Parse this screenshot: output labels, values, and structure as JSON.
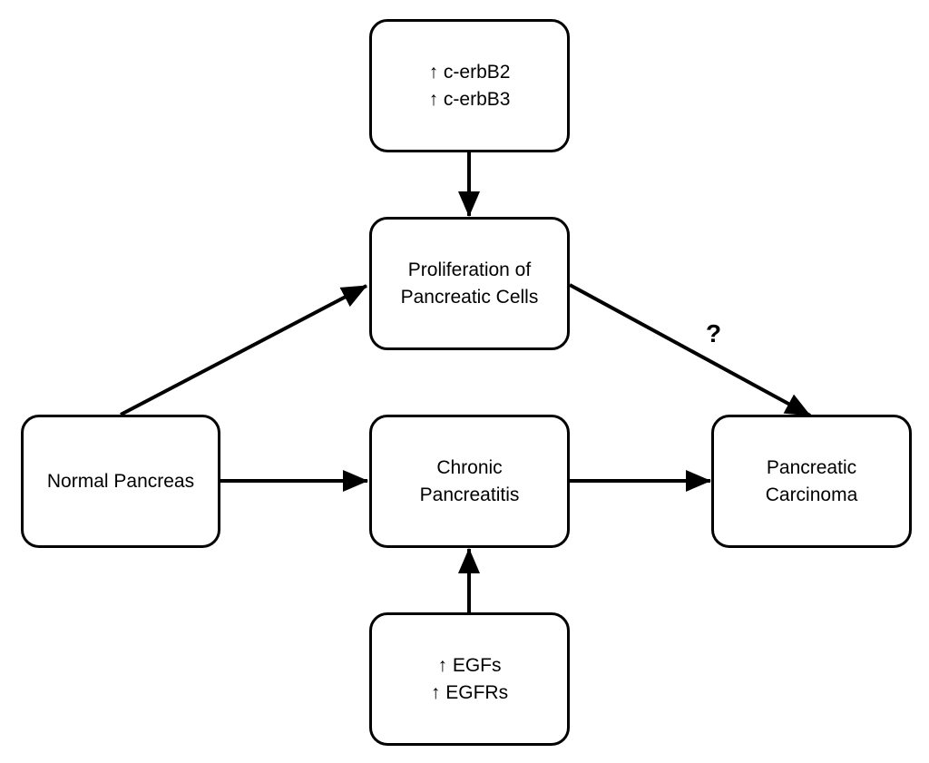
{
  "nodes": {
    "erbb": {
      "line1": "↑ c-erbB2",
      "line2": "↑ c-erbB3"
    },
    "prolif": {
      "line1": "Proliferation of",
      "line2": "Pancreatic Cells"
    },
    "normal": {
      "line1": "Normal Pancreas"
    },
    "chronic": {
      "line1": "Chronic",
      "line2": "Pancreatitis"
    },
    "carcin": {
      "line1": "Pancreatic",
      "line2": "Carcinoma"
    },
    "egf": {
      "line1": "↑ EGFs",
      "line2": "↑ EGFRs"
    }
  },
  "edge_label": "?",
  "edges": [
    {
      "from": "erbb",
      "to": "prolif"
    },
    {
      "from": "normal",
      "to": "prolif"
    },
    {
      "from": "prolif",
      "to": "carcin",
      "label": "?"
    },
    {
      "from": "normal",
      "to": "chronic"
    },
    {
      "from": "chronic",
      "to": "carcin"
    },
    {
      "from": "egf",
      "to": "chronic"
    }
  ],
  "colors": {
    "stroke": "#000000",
    "background": "#ffffff"
  }
}
